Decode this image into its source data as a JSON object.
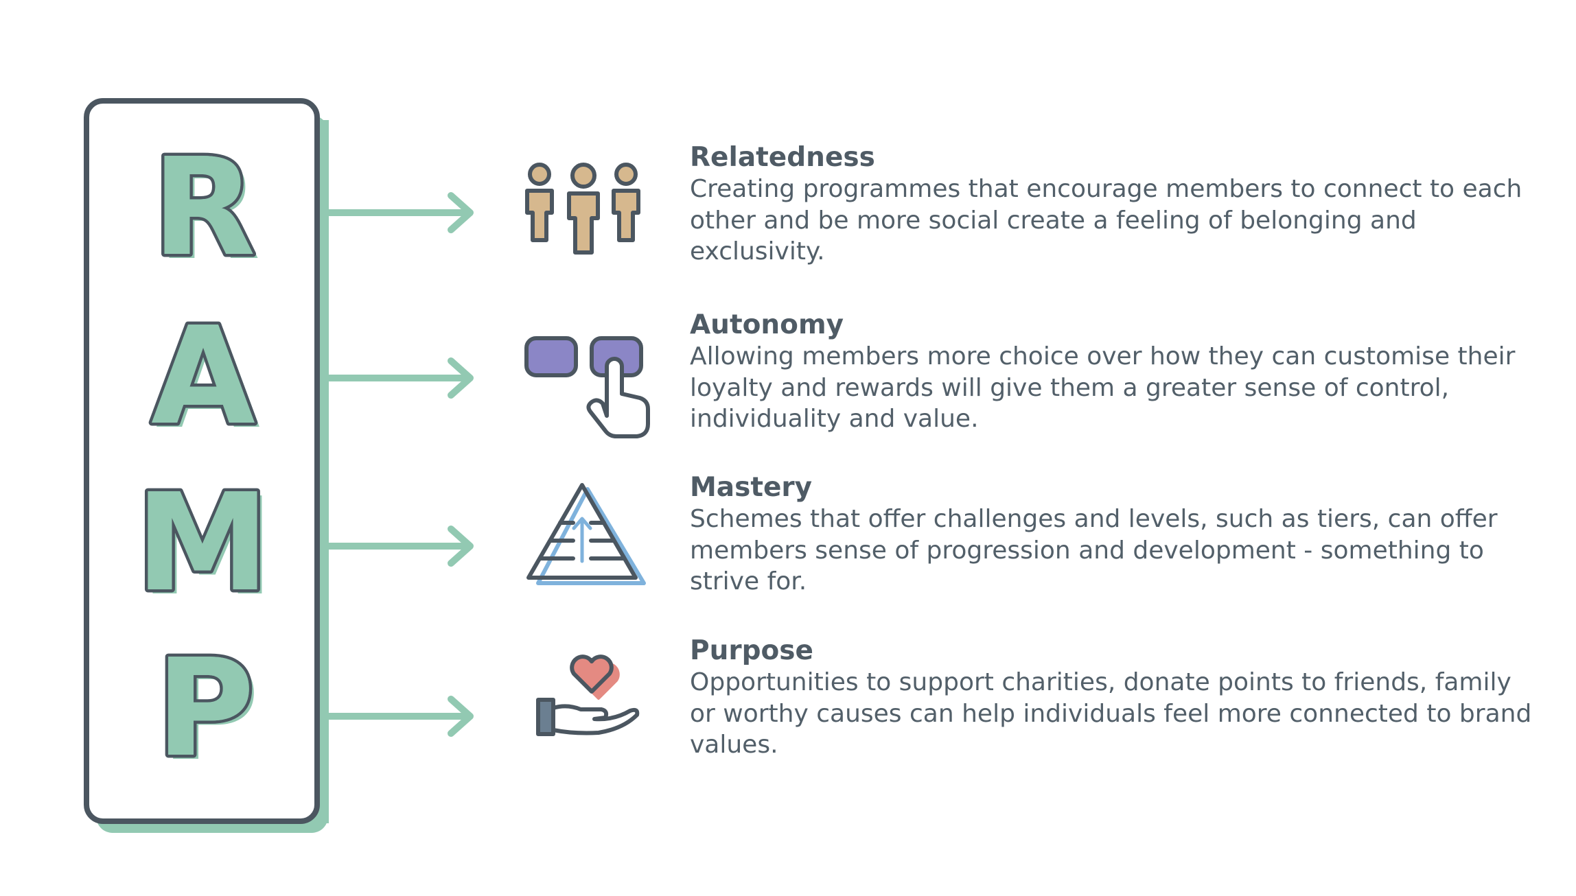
{
  "acronym": {
    "letters": [
      "R",
      "A",
      "M",
      "P"
    ]
  },
  "items": [
    {
      "title": "Relatedness",
      "text": "Creating programmes that encourage members to connect to each other and be more social create a feeling of belonging and exclusivity.",
      "icon": "people-group-icon"
    },
    {
      "title": "Autonomy",
      "text": "Allowing members more choice over how they can customise their loyalty and rewards will give them a greater sense of control, individuality and value.",
      "icon": "choice-buttons-icon"
    },
    {
      "title": "Mastery",
      "text": "Schemes that offer challenges and levels, such as tiers, can offer members sense of progression and development - something to strive for.",
      "icon": "pyramid-progress-icon"
    },
    {
      "title": "Purpose",
      "text": "Opportunities to support charities, donate points to friends, family or worthy causes can help individuals feel more connected to brand values.",
      "icon": "heart-hand-icon"
    }
  ],
  "colors": {
    "outline": "#4b5660",
    "mint": "#92c9b2",
    "tan": "#d6b88e",
    "purple": "#8b86c6",
    "blue": "#7fb2dc",
    "heart": "#e48a82",
    "text": "#525f69"
  }
}
